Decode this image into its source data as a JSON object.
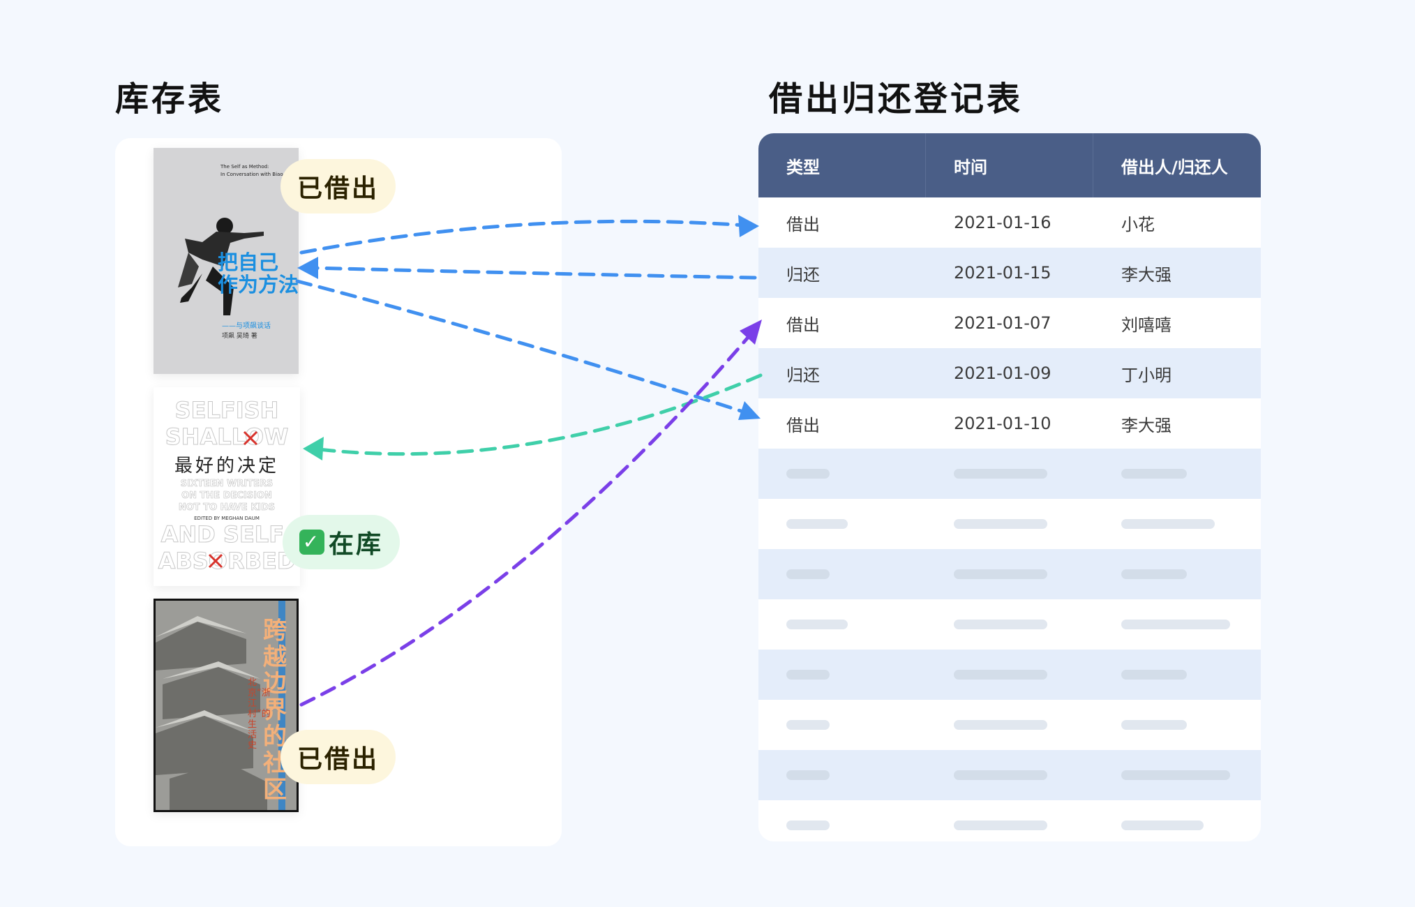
{
  "inventory": {
    "title": "库存表",
    "books": [
      {
        "cover_title_line1": "把自己",
        "cover_title_line2": "作为方法",
        "cover_en_line1": "The Self as Method:",
        "cover_en_line2": "In Conversation with Biao Xiang",
        "cover_subtitle": "——与项飙谈话",
        "cover_authors": "项飙  吴琦  著",
        "status": "已借出"
      },
      {
        "cover_en_lines": [
          "SELFISH",
          "SHALLOW"
        ],
        "cover_title": "最好的决定",
        "cover_sub_lines": [
          "SIXTEEN WRITERS",
          "ON THE DECISION",
          "NOT TO HAVE KIDS"
        ],
        "cover_editor": "EDITED BY MEGHAN DAUM",
        "cover_en_lines2": [
          "AND SELF-",
          "ABSORBED"
        ],
        "status": "在库"
      },
      {
        "cover_title": "跨越边界的社区",
        "cover_subtitle": "北京“浙江村”的生活史",
        "status": "已借出"
      }
    ]
  },
  "log": {
    "title": "借出归还登记表",
    "headers": [
      "类型",
      "时间",
      "借出人/归还人"
    ],
    "rows": [
      [
        "借出",
        "2021-01-16",
        "小花"
      ],
      [
        "归还",
        "2021-01-15",
        "李大强"
      ],
      [
        "借出",
        "2021-01-07",
        "刘嘻嘻"
      ],
      [
        "归还",
        "2021-01-09",
        "丁小明"
      ],
      [
        "借出",
        "2021-01-10",
        "李大强"
      ]
    ],
    "placeholder_rows": 8
  },
  "colors": {
    "header_bg": "#4a5e87",
    "alt_row": "#e4edfa",
    "arrow_blue": "#4090f0",
    "arrow_green": "#3fcfa9",
    "arrow_purple": "#7a3fe8",
    "borrowed_pill": "#fdf6dd",
    "instock_pill": "#e3f8ea"
  }
}
